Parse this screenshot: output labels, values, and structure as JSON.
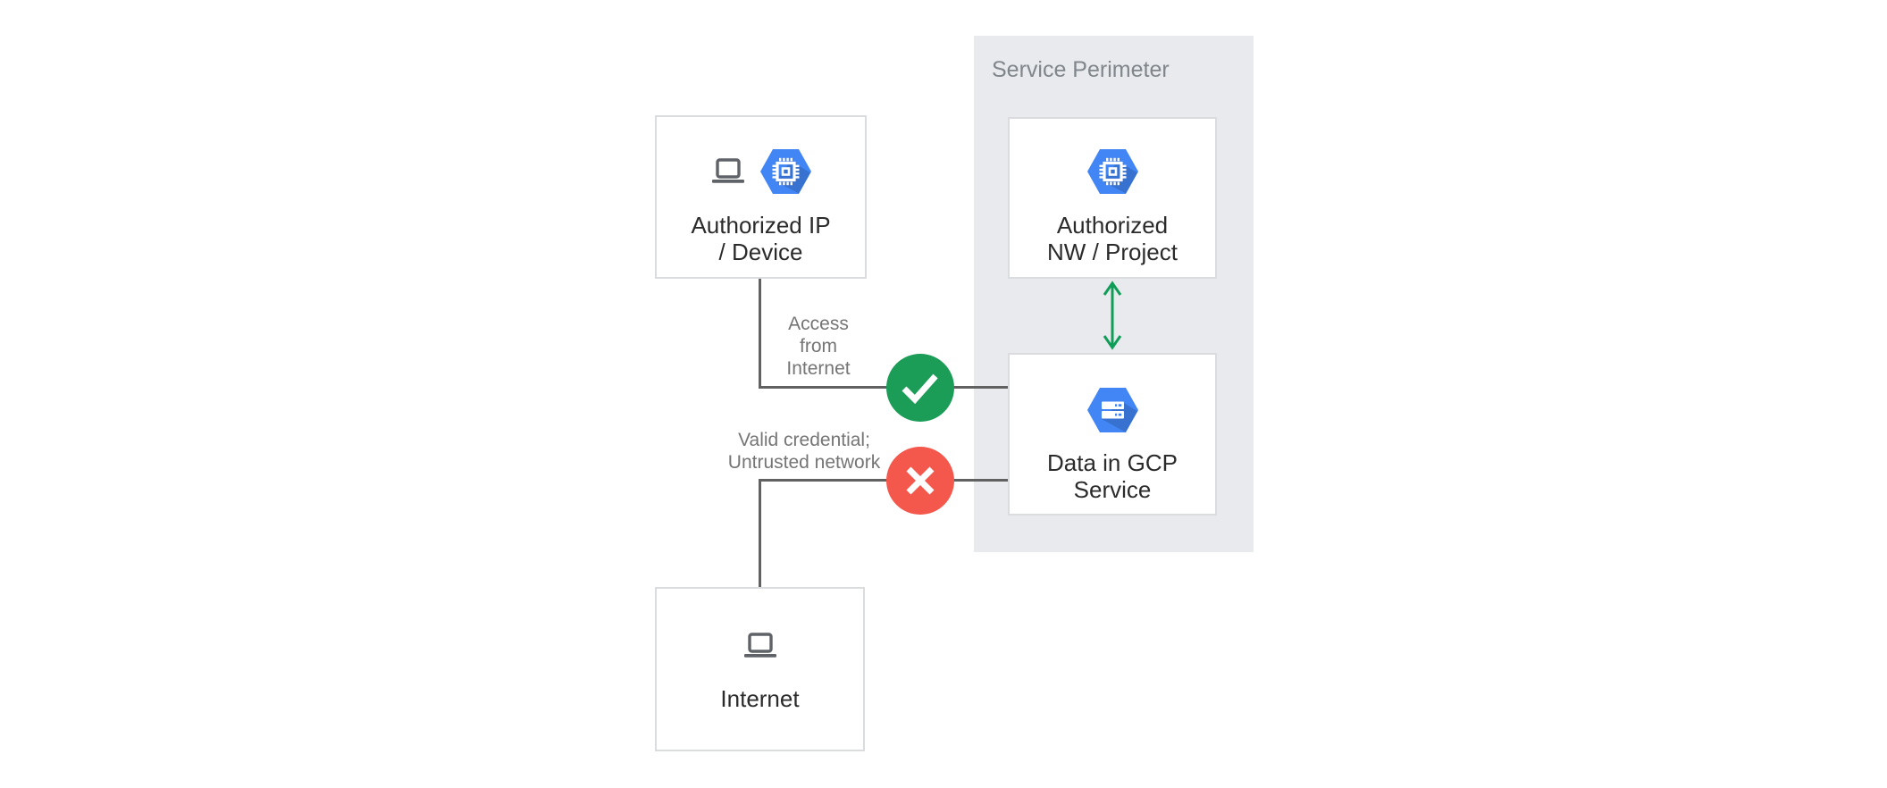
{
  "perimeter": {
    "label": "Service Perimeter"
  },
  "nodes": {
    "auth_ip_device": {
      "line1": "Authorized IP",
      "line2": "/ Device"
    },
    "auth_nw_project": {
      "line1": "Authorized",
      "line2": "NW / Project"
    },
    "data_gcp_service": {
      "line1": "Data in GCP",
      "line2": "Service"
    },
    "internet": {
      "label": "Internet"
    }
  },
  "edges": {
    "access": {
      "line1": "Access",
      "line2": "from",
      "line3": "Internet"
    },
    "untrusted": {
      "line1": "Valid credential;",
      "line2": "Untrusted network"
    }
  },
  "icons": {
    "laptop": "laptop-icon",
    "compute_hexagon": "gcp-hexagon-chip-icon",
    "storage_hexagon": "gcp-hexagon-storage-icon",
    "check": "check-icon",
    "cross": "x-icon",
    "double_arrow": "double-arrow-icon"
  },
  "colors": {
    "gcp_blue": "#4285F4",
    "success_green": "#1B9D58",
    "error_red": "#F4584C",
    "arrow_green": "#0F9D58",
    "perimeter_bg": "#E8EAED",
    "connector_gray": "#616161",
    "box_border": "#DADCE0",
    "label_gray": "#757575",
    "title_dark": "#2B2B2B"
  }
}
